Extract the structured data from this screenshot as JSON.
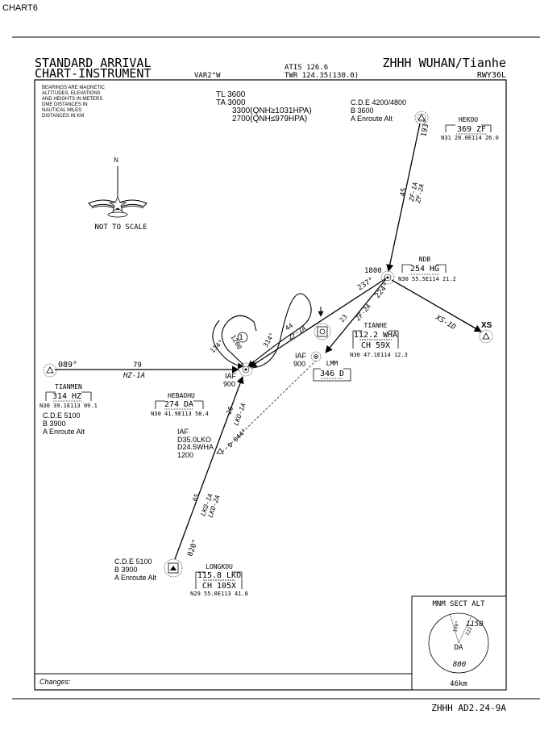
{
  "page_tag": "CHART6",
  "header": {
    "title_line1": "STANDARD ARRIVAL",
    "title_line2": "CHART-INSTRUMENT",
    "variation": "VAR2°W",
    "atis": "ATIS 126.6",
    "twr": "TWR 124.35(130.0)",
    "airport": "ZHHH WUHAN/Tianhe",
    "runway": "RWY36L"
  },
  "notes": [
    "BEARINGS ARE MAGNETIC",
    "ALTITUDES, ELEVATIONS",
    "AND HEIGHTS IN METERS",
    "DME DISTANCES IN",
    "NAUTICAL MILES",
    "DISTANCES IN KM"
  ],
  "transition": [
    "TL 3600",
    "TA 3000",
    "3300(QNH≥1031HPA)",
    "2700(QNH≤979HPA)"
  ],
  "compass": {
    "north": "N",
    "caption": "NOT TO SCALE"
  },
  "navaids": {
    "hekou": {
      "name": "HEKOU",
      "freq": "369 ZF",
      "coord": "N31 20.0E114 26.0"
    },
    "ndb": {
      "name": "NDB",
      "freq": "254 HG",
      "coord": "N30 55.5E114 21.2"
    },
    "tianhe": {
      "name": "TIANHE",
      "freq": "112.2 WHA",
      "ch": "CH 59X",
      "coord": "N30 47.1E114 12.3"
    },
    "lmm": {
      "name": "LMM",
      "freq": "346 D"
    },
    "tianmen": {
      "name": "TIANMEN",
      "freq": "314 HZ",
      "coord": "N30 39.1E113 09.1"
    },
    "hebaohu": {
      "name": "HEBAOHU",
      "freq": "274 DA",
      "coord": "N30 41.9E113 58.4"
    },
    "longkou": {
      "name": "LONGKOU",
      "freq": "115.8 LKO",
      "ch": "CH 105X",
      "coord": "N29 55.0E113 41.8"
    }
  },
  "fixes": {
    "hekou_alt": [
      "C.D.E 4200/4800",
      "B 3600",
      "A Enroute Alt"
    ],
    "tianmen_alt": [
      "C.D.E 5100",
      "B 3900",
      "A Enroute Alt"
    ],
    "longkou_alt": [
      "C.D.E 5100",
      "B 3900",
      "A Enroute Alt"
    ],
    "iaf_main": [
      "IAF",
      "900"
    ],
    "iaf_d": [
      "IAF",
      "900"
    ],
    "iaf_lko": [
      "IAF",
      "D35.0LKO",
      "D24.5WHA",
      "1200"
    ],
    "ndb_alt": "1800",
    "xs": "XS"
  },
  "routes": {
    "zf1a_bearing": "193°",
    "zf1a_dist": "45",
    "zf1a_name1": "ZF-1A",
    "zf1a_name2": "ZF-2A",
    "ndb_out1": "237°",
    "ndb_out2": "224°",
    "ndb_iaf_dist": "44",
    "ndb_iaf_name": "ZF-1A",
    "ndb_d_dist": "23",
    "ndb_d_name": "ZF-2A",
    "xs_name": "XS-1D",
    "hz_bearing": "089°",
    "hz_dist": "79",
    "hz_name": "HZ-1A",
    "holding_in": "314°",
    "holding_out": "134°",
    "holding_alt": "1200",
    "holding_time": "1",
    "lko_bearing": "020°",
    "lko_dist1": "65",
    "lko_dist2": "26",
    "lko_name1": "LKO-1A",
    "lko_name2": "LKO-2A",
    "lko_upper": "LKO-1A",
    "lko_radial": "D 044°",
    "changes": "Changes:"
  },
  "msa": {
    "title": "MNM SECT ALT",
    "radial1": "190°",
    "radial2": "222°",
    "alt1": "1150",
    "navaid": "DA",
    "alt2": "800",
    "radius": "46km"
  },
  "footer": {
    "chart_id": "ZHHH AD2.24-9A"
  }
}
